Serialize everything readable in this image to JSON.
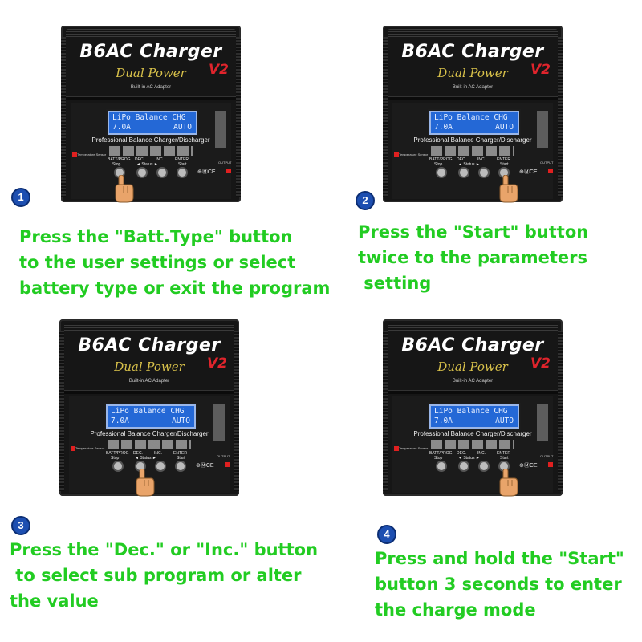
{
  "charger": {
    "brand": "B6AC Charger",
    "subtitle": "Dual Power",
    "version": "V2",
    "adapter_text": "Built-in AC Adapter",
    "lcd_line1": "LiPo Balance CHG",
    "lcd_line2": "7.0A",
    "lcd_mode": "AUTO",
    "panel_title": "Professional Balance Charger/Discharger",
    "buttons": [
      "BATT/PROG",
      "DEC.",
      "INC.",
      "ENTER"
    ],
    "sub_labels": [
      "Stop",
      "◄ Status ►",
      "Start"
    ],
    "sensor_label": "Temperature Sensor",
    "output_label": "OUTPUT",
    "marks": "⊕ⓂCE"
  },
  "steps": [
    {
      "number": "1",
      "lines": [
        "Press the \"Batt.Type\" button",
        "to the user settings or select",
        "battery type or exit the program"
      ],
      "pressed_button": 0
    },
    {
      "number": "2",
      "lines": [
        "Press the \"Start\" button",
        "twice to the parameters",
        " setting"
      ],
      "pressed_button": 3
    },
    {
      "number": "3",
      "lines": [
        "Press the \"Dec.\" or \"Inc.\" button",
        " to select sub program or alter",
        "the value"
      ],
      "pressed_button": 1
    },
    {
      "number": "4",
      "lines": [
        "Press and hold the \"Start\"",
        "button 3 seconds to enter",
        "the charge mode"
      ],
      "pressed_button": 3
    }
  ],
  "colors": {
    "caption": "#22cc22",
    "badge": "#1d4fb1",
    "lcd": "#2468d6",
    "accent_red": "#e02020",
    "subtitle_gold": "#d8c14a"
  }
}
